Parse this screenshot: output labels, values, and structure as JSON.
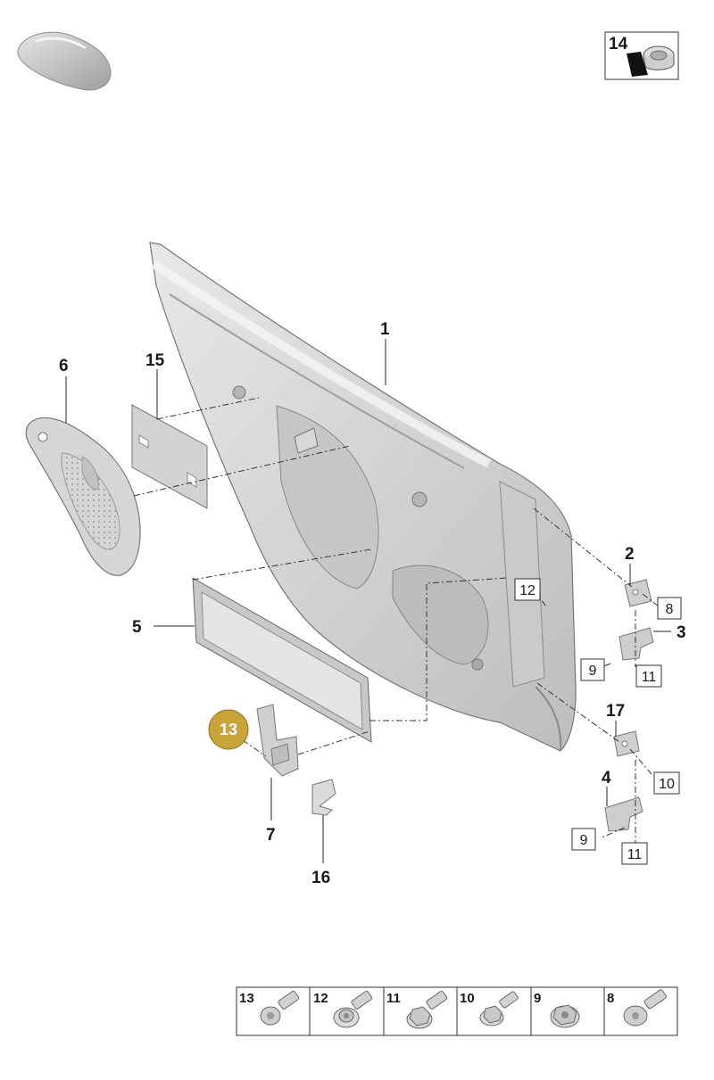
{
  "colors": {
    "highlight": "#c9a43a",
    "part_fill": "#d4d4d4",
    "part_dark": "#a8a8a8",
    "line": "#222222"
  },
  "icons": {
    "vehicle_thumbnail": "car-silhouette-icon",
    "part_14": "adhesive-tape-roll-icon"
  },
  "callouts": {
    "p1": "1",
    "p2": "2",
    "p3": "3",
    "p4": "4",
    "p5": "5",
    "p6": "6",
    "p7": "7",
    "p13": "13",
    "p15": "15",
    "p16": "16",
    "p17": "17"
  },
  "boxed_refs": {
    "b12": "12",
    "b8": "8",
    "b9a": "9",
    "b11a": "11",
    "b10": "10",
    "b9b": "9",
    "b11b": "11",
    "b14": "14"
  },
  "legend": [
    {
      "num": "13",
      "icon": "torx-flange-bolt-icon"
    },
    {
      "num": "12",
      "icon": "torx-bolt-with-washer-icon"
    },
    {
      "num": "11",
      "icon": "hex-flange-bolt-icon"
    },
    {
      "num": "10",
      "icon": "hex-flange-bolt-icon"
    },
    {
      "num": "9",
      "icon": "hex-nut-icon"
    },
    {
      "num": "8",
      "icon": "torx-flange-bolt-icon"
    }
  ]
}
